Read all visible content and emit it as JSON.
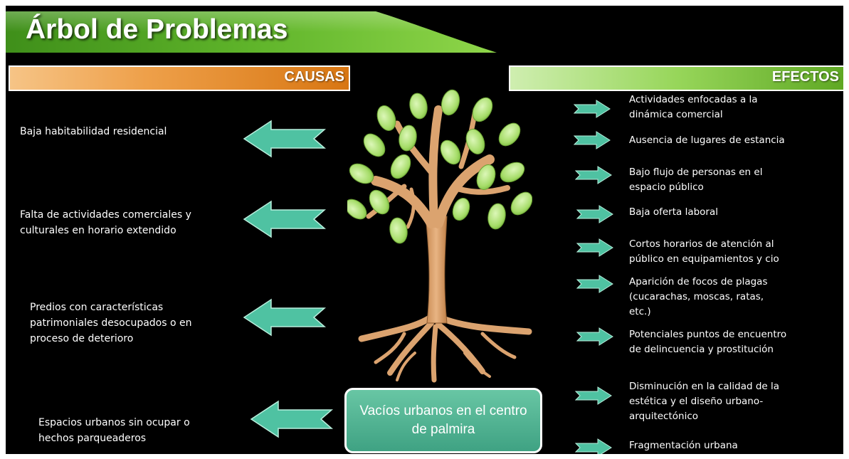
{
  "title": "Árbol de Problemas",
  "causes_header": "CAUSAS",
  "effects_header": "EFECTOS",
  "causes": [
    {
      "line1": "Baja habitabilidad residencial",
      "line2": ""
    },
    {
      "line1": "Falta de actividades comerciales y",
      "line2": "culturales en horario extendido"
    },
    {
      "line1": "Predios con características",
      "line2": "patrimoniales desocupados o en",
      "line3": "proceso de deterioro"
    },
    {
      "line1": "Espacios urbanos sin ocupar o",
      "line2": "hechos parqueaderos"
    }
  ],
  "effects": [
    {
      "line1": "Actividades enfocadas a la",
      "line2": "dinámica comercial"
    },
    {
      "line1": "Ausencia de lugares de estancia"
    },
    {
      "line1": "Bajo flujo de personas en el",
      "line2": "espacio público"
    },
    {
      "line1": "Baja oferta laboral"
    },
    {
      "line1": "Cortos horarios de atención al",
      "line2": "público en equipamientos y cio"
    },
    {
      "line1": "Aparición de focos de plagas",
      "line2": "(cucarachas, moscas, ratas,",
      "line3": "etc.)"
    },
    {
      "line1": "Potenciales puntos de encuentro",
      "line2": "de delincuencia y prostitución"
    },
    {
      "line1": "Disminución en la calidad de la",
      "line2": "estética y el diseño urbano-",
      "line3": "arquitectónico"
    },
    {
      "line1": "Fragmentación urbana"
    }
  ],
  "core_problem": {
    "line1": "Vacíos urbanos en el centro",
    "line2": "de palmira"
  },
  "colors": {
    "title_band": "#5cae26",
    "causes_bar": "#e88d2c",
    "effects_bar": "#8ccd50",
    "arrow": "#4fc2a2",
    "core_box": "#4fb292",
    "trunk": "#dba36f",
    "leaf": "#a6dc6a",
    "background": "#000000"
  },
  "icons": [
    "tree-icon",
    "left-arrow-icon",
    "right-arrow-icon"
  ]
}
